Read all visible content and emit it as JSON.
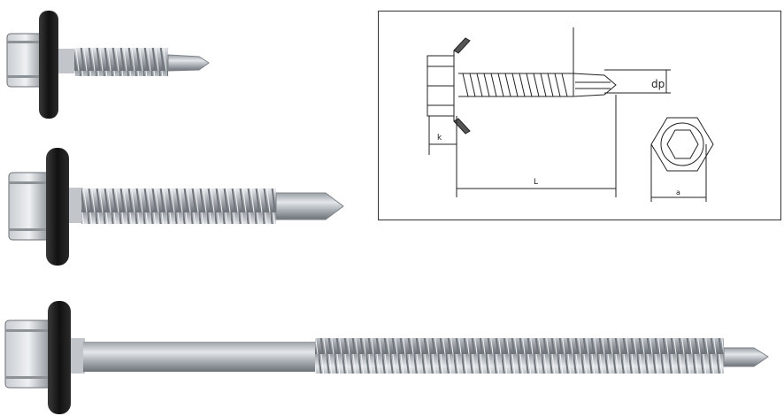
{
  "products": [
    {
      "name": "short-screw"
    },
    {
      "name": "medium-screw"
    },
    {
      "name": "long-screw"
    }
  ],
  "diagram": {
    "labels": {
      "head_height": "k",
      "length": "L",
      "drill_point_diameter": "dp",
      "across_flats": "a"
    }
  },
  "colors": {
    "washer": "#1b1b1b",
    "metal_light": "#d6d9dc",
    "metal_dark": "#7d8388",
    "line": "#222222"
  }
}
